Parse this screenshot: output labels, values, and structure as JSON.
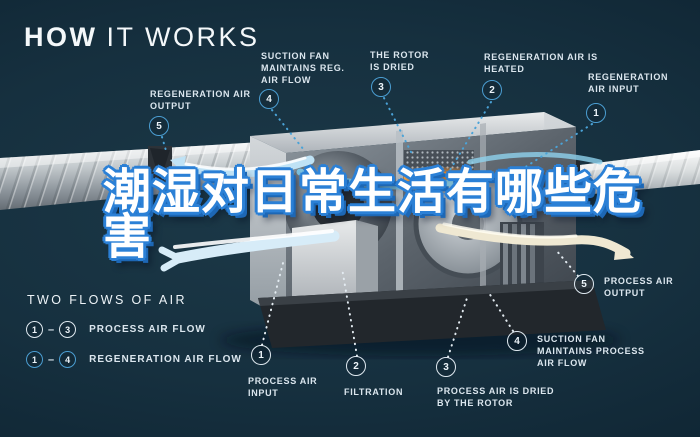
{
  "title": {
    "bold": "HOW",
    "light": "IT WORKS"
  },
  "overlay": {
    "full_text": "潮湿对日常生活有哪些危害",
    "line1": "潮湿对日常生活有哪些危",
    "line2": "害"
  },
  "callouts": {
    "regen_output": {
      "num": "5",
      "label": "REGENERATION AIR OUTPUT"
    },
    "suction_reg": {
      "num": "4",
      "label": "SUCTION FAN MAINTAINS REG. AIR FLOW"
    },
    "rotor_dried": {
      "num": "3",
      "label": "THE ROTOR IS DRIED"
    },
    "regen_heated": {
      "num": "2",
      "label": "REGENERATION AIR IS HEATED"
    },
    "regen_input": {
      "num": "1",
      "label": "REGENERATION AIR INPUT"
    },
    "process_output": {
      "num": "5",
      "label": "PROCESS AIR OUTPUT"
    },
    "process_input": {
      "num": "1",
      "label": "PROCESS AIR INPUT"
    },
    "filtration": {
      "num": "2",
      "label": "FILTRATION"
    },
    "process_dried": {
      "num": "3",
      "label": "PROCESS AIR IS DRIED BY THE ROTOR"
    },
    "suction_process": {
      "num": "4",
      "label": "SUCTION FAN MAINTAINS PROCESS AIR FLOW"
    }
  },
  "legend": {
    "heading": "TWO FLOWS OF AIR",
    "rows": [
      {
        "from": "1",
        "dash": "–",
        "to": "3",
        "label": "PROCESS AIR FLOW",
        "style": "process"
      },
      {
        "from": "1",
        "dash": "–",
        "to": "4",
        "label": "REGENERATION AIR FLOW",
        "style": "regeneration"
      }
    ]
  },
  "colors": {
    "background": "#16303f",
    "accent_blue": "#4b9ed2",
    "overlay_outline_blue": "#2b80d6",
    "overlay_fill": "#ffffff",
    "process_marker": "#dfe9f0",
    "heater_orange": "#ef8e2d",
    "cream_airflow": "#efe8d2"
  }
}
